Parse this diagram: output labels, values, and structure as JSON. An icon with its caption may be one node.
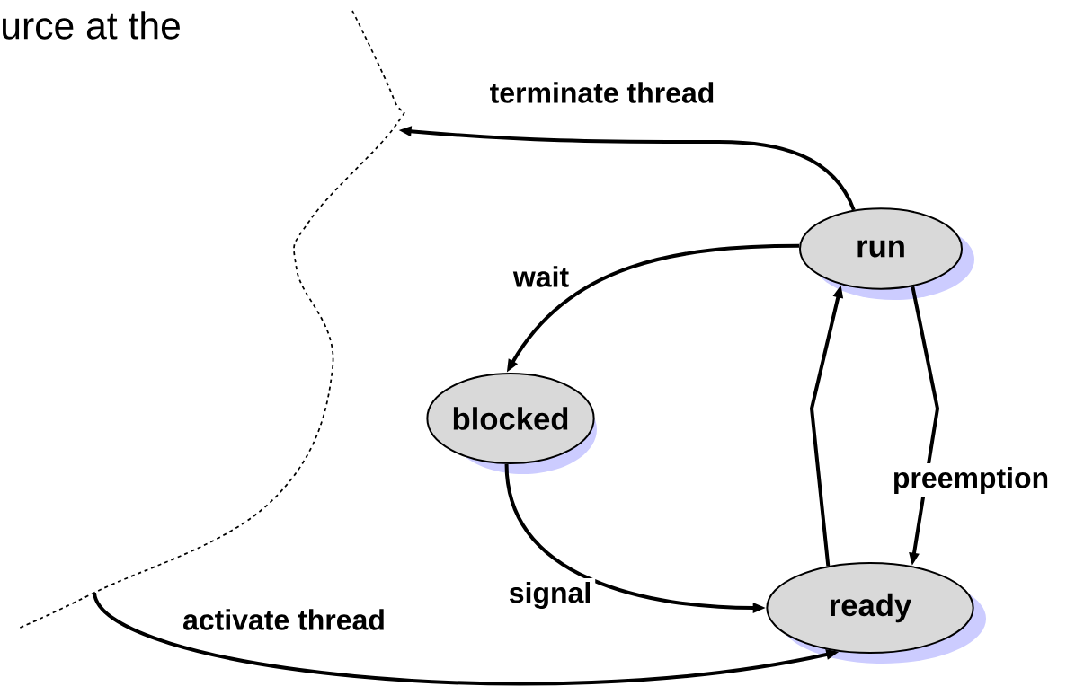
{
  "diagram": {
    "nodes": [
      {
        "text": [
          "run"
        ]
      },
      {
        "text": [
          "blocked"
        ]
      },
      {
        "text": [
          "ready"
        ]
      }
    ],
    "edges": [
      {
        "from": 0,
        "to": null,
        "arrow": "to",
        "label": "terminate thread"
      },
      {
        "from": 0,
        "to": 1,
        "arrow": "to",
        "label": "wait"
      },
      {
        "from": 1,
        "to": 2,
        "arrow": "to",
        "label": "signal"
      },
      {
        "from": 2,
        "to": 0,
        "arrow": "to"
      },
      {
        "from": 0,
        "to": 2,
        "arrow": "to",
        "label": "preemption"
      },
      {
        "from": null,
        "to": 2,
        "arrow": "to",
        "label": "activate thread"
      }
    ],
    "labels": [
      "urce at the"
    ]
  }
}
